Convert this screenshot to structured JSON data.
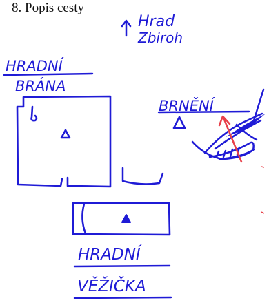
{
  "heading": "8. Popis cesty",
  "labels": {
    "hrad_line1": "Hrad",
    "hrad_line2": "Zbiroh",
    "gate_line1": "HRADNÍ",
    "gate_line2": "BRÁNA",
    "brneni": "BRNĚNÍ",
    "tower_line1": "HRADNÍ",
    "tower_line2": "VĚŽIČKA"
  },
  "colors": {
    "ink": "#1f1bd6",
    "arrow": "#e8404a",
    "print": "#111111"
  },
  "icons": [
    "up-arrow-icon",
    "triangle-marker-icon",
    "red-arrow-icon"
  ]
}
